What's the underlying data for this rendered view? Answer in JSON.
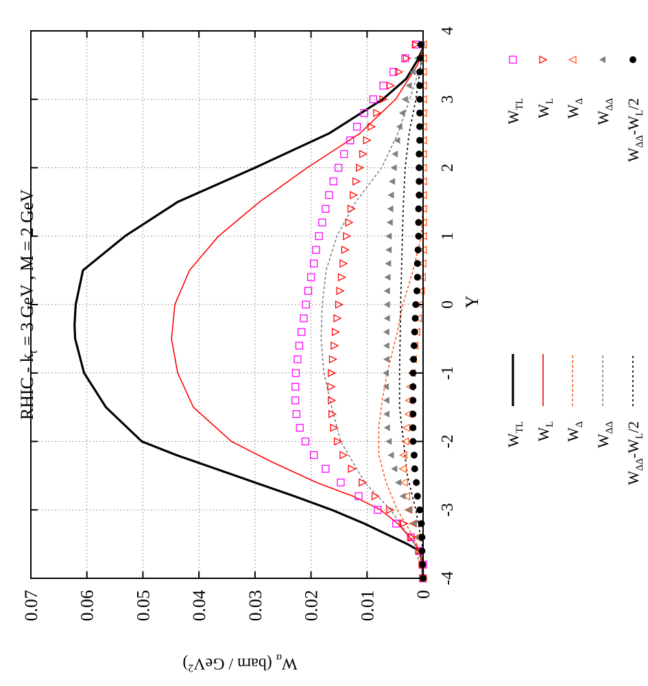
{
  "chart_data": {
    "type": "line",
    "orientation": "rotated 90 degrees counter-clockwise",
    "title_parts": [
      {
        "text": "RHIC  -  k"
      },
      {
        "text": "t",
        "sub": true
      },
      {
        "text": " = 3 GeV , M = 2 GeV"
      }
    ],
    "xlabel": "Y",
    "ylabel_parts": [
      {
        "text": "W"
      },
      {
        "text": "α",
        "sub": true
      },
      {
        "text": "  (barn / GeV"
      },
      {
        "text": "2",
        "sup": true
      },
      {
        "text": ")"
      }
    ],
    "xlim": [
      -4,
      4
    ],
    "ylim": [
      0,
      0.07
    ],
    "xticks": [
      "-4",
      "-3",
      "-2",
      "-1",
      "0",
      "1",
      "2",
      "3",
      "4"
    ],
    "yticks": [
      "0",
      "0.01",
      "0.02",
      "0.03",
      "0.04",
      "0.05",
      "0.06",
      "0.07"
    ],
    "grid": true,
    "legend_placement": "outside-bottom",
    "point_x": [
      -4,
      -3.8,
      -3.6,
      -3.4,
      -3.2,
      -3,
      -2.8,
      -2.6,
      -2.4,
      -2.2,
      -2,
      -1.8,
      -1.6,
      -1.4,
      -1.2,
      -1,
      -0.8,
      -0.6,
      -0.4,
      -0.2,
      0,
      0.2,
      0.4,
      0.6,
      0.8,
      1,
      1.2,
      1.4,
      1.6,
      1.8,
      2,
      2.2,
      2.4,
      2.6,
      2.8,
      3,
      3.2,
      3.4,
      3.6,
      3.8
    ],
    "line_series": [
      {
        "name_parts": [
          {
            "text": "W"
          },
          {
            "text": "TL",
            "sub": true
          }
        ],
        "color": "#000000",
        "style": "solid-thick",
        "x": [
          -4,
          -3.8,
          -3.6,
          -3.5,
          -3.4,
          -3.2,
          -3,
          -2.8,
          -2.6,
          -2.4,
          -2.2,
          -2,
          -1.5,
          -1,
          -0.5,
          -0.3,
          0,
          0.5,
          1,
          1.5,
          2,
          2.5,
          3,
          3.3,
          3.6,
          3.75
        ],
        "y": [
          0,
          0.0001,
          0.0006,
          0.0028,
          0.0054,
          0.0105,
          0.0163,
          0.023,
          0.03,
          0.037,
          0.044,
          0.0502,
          0.0566,
          0.0605,
          0.0621,
          0.0622,
          0.062,
          0.0607,
          0.0532,
          0.0438,
          0.03,
          0.0168,
          0.0072,
          0.003,
          0.0008,
          0
        ]
      },
      {
        "name_parts": [
          {
            "text": "W"
          },
          {
            "text": "L",
            "sub": true
          }
        ],
        "color": "#ff0000",
        "style": "solid",
        "x": [
          -4,
          -3.8,
          -3.6,
          -3.45,
          -3.2,
          -3,
          -2.8,
          -2.6,
          -2.3,
          -2,
          -1.5,
          -1,
          -0.5,
          0,
          0.5,
          1,
          1.5,
          2,
          2.5,
          3,
          3.5,
          3.75
        ],
        "y": [
          0,
          0.0001,
          0.0005,
          0.0019,
          0.0045,
          0.0076,
          0.0125,
          0.019,
          0.027,
          0.0342,
          0.041,
          0.0438,
          0.0449,
          0.0443,
          0.0417,
          0.0365,
          0.0292,
          0.0207,
          0.0113,
          0.0049,
          0.001,
          0
        ]
      },
      {
        "name_parts": [
          {
            "text": "W"
          },
          {
            "text": "Δ",
            "sub": true
          }
        ],
        "color": "#ff5a1e",
        "style": "dashed",
        "x": [
          -4,
          -3.6,
          -3.3,
          -3,
          -2.6,
          -2.2,
          -1.8,
          -1.4,
          -1,
          -0.4,
          0,
          0.5,
          1,
          1.5,
          2,
          3,
          4
        ],
        "y": [
          0,
          0.0005,
          0.0024,
          0.0046,
          0.0066,
          0.0079,
          0.0079,
          0.0073,
          0.0064,
          0.0046,
          0.0036,
          0.0018,
          0.0003,
          0,
          0,
          0,
          0
        ]
      },
      {
        "name_parts": [
          {
            "text": "W"
          },
          {
            "text": "ΔΔ",
            "sub": true
          }
        ],
        "color": "#808080",
        "style": "dashed",
        "x": [
          -4,
          -3.5,
          -3,
          -2.6,
          -2,
          -1.5,
          -1,
          -0.5,
          0,
          0.5,
          1,
          1.5,
          2,
          2.5,
          3,
          3.5,
          3.8
        ],
        "y": [
          0,
          0.0015,
          0.0058,
          0.0104,
          0.0147,
          0.0163,
          0.0177,
          0.0182,
          0.018,
          0.0173,
          0.0154,
          0.012,
          0.0074,
          0.0045,
          0.0024,
          0.0004,
          0
        ]
      },
      {
        "name_parts": [
          {
            "text": "W"
          },
          {
            "text": "ΔΔ",
            "sub": true
          },
          {
            "text": "-W"
          },
          {
            "text": "L",
            "sub": true
          },
          {
            "text": "/2"
          }
        ],
        "color": "#000000",
        "style": "dotted",
        "x": [
          -3.6,
          -3.4,
          -3,
          -2.5,
          -2,
          -1.5,
          -1,
          0,
          1,
          1.5,
          2,
          2.5,
          3,
          3.5,
          3.7
        ],
        "y": [
          0,
          0.0004,
          0.0013,
          0.0028,
          0.0035,
          0.0042,
          0.0042,
          0.004,
          0.0037,
          0.0035,
          0.0032,
          0.0025,
          0.0013,
          0.0004,
          0
        ]
      }
    ],
    "point_series": [
      {
        "name_parts": [
          {
            "text": "W"
          },
          {
            "text": "TL",
            "sub": true
          }
        ],
        "color": "#ff00ff",
        "marker": "open-square",
        "y": [
          0,
          0,
          0.0007,
          0.0022,
          0.0048,
          0.0081,
          0.0115,
          0.0147,
          0.0174,
          0.0195,
          0.021,
          0.022,
          0.0226,
          0.0228,
          0.0228,
          0.0227,
          0.0224,
          0.0221,
          0.0217,
          0.0213,
          0.0209,
          0.0205,
          0.02,
          0.0195,
          0.0191,
          0.0186,
          0.018,
          0.0174,
          0.0168,
          0.016,
          0.0151,
          0.0141,
          0.013,
          0.0118,
          0.0105,
          0.0089,
          0.0071,
          0.0053,
          0.0032,
          0.0012
        ]
      },
      {
        "name_parts": [
          {
            "text": "W"
          },
          {
            "text": "L",
            "sub": true
          }
        ],
        "color": "#ff0000",
        "marker": "open-triangle-down",
        "y": [
          0,
          0.0001,
          0.0007,
          0.002,
          0.0034,
          0.0059,
          0.0085,
          0.0108,
          0.0127,
          0.0142,
          0.0152,
          0.0159,
          0.0162,
          0.0163,
          0.0164,
          0.0163,
          0.0161,
          0.0158,
          0.0156,
          0.0153,
          0.015,
          0.0148,
          0.0145,
          0.0142,
          0.0139,
          0.0136,
          0.0132,
          0.0128,
          0.0124,
          0.0119,
          0.0113,
          0.0107,
          0.01,
          0.0092,
          0.0082,
          0.0071,
          0.0058,
          0.0043,
          0.0029,
          0.0013
        ]
      },
      {
        "name_parts": [
          {
            "text": "W"
          },
          {
            "text": "Δ",
            "sub": true
          }
        ],
        "color": "#ff5a1e",
        "marker": "open-triangle-up",
        "y": [
          0,
          0.0002,
          0.0007,
          0.0011,
          0.0018,
          0.0026,
          0.003,
          0.0034,
          0.0036,
          0.0035,
          0.0032,
          0.003,
          0.0026,
          0.0025,
          0.0023,
          0.002,
          0.0018,
          0.0015,
          0.0012,
          0.0009,
          0.0006,
          0.0004,
          0.0002,
          0.0001,
          0,
          0,
          0,
          0,
          0,
          0,
          0,
          0,
          0,
          0,
          0,
          0,
          0,
          0,
          0,
          0
        ]
      },
      {
        "name_parts": [
          {
            "text": "W"
          },
          {
            "text": "ΔΔ",
            "sub": true
          }
        ],
        "color": "#808080",
        "marker": "filled-triangle-up",
        "y": [
          0,
          0.0002,
          0.0004,
          0.0009,
          0.0016,
          0.0025,
          0.0036,
          0.0044,
          0.0051,
          0.0057,
          0.0061,
          0.0064,
          0.0065,
          0.0065,
          0.0066,
          0.0066,
          0.0065,
          0.0065,
          0.0065,
          0.0064,
          0.0064,
          0.0064,
          0.0063,
          0.0062,
          0.0061,
          0.0061,
          0.0059,
          0.0058,
          0.0057,
          0.0055,
          0.0052,
          0.005,
          0.0046,
          0.0042,
          0.0037,
          0.0032,
          0.0025,
          0.0018,
          0.001,
          0.0002
        ]
      },
      {
        "name_parts": [
          {
            "text": "W"
          },
          {
            "text": "ΔΔ",
            "sub": true
          },
          {
            "text": "-W"
          },
          {
            "text": "L",
            "sub": true
          },
          {
            "text": "/2"
          }
        ],
        "color": "#000000",
        "marker": "filled-circle",
        "y": [
          0,
          0.0001,
          0.0002,
          0.0002,
          0.0003,
          0.0006,
          0.001,
          0.0012,
          0.0015,
          0.0016,
          0.0018,
          0.0018,
          0.0018,
          0.0018,
          0.0018,
          0.0018,
          0.0017,
          0.0016,
          0.0015,
          0.0014,
          0.0013,
          0.0011,
          0.001,
          0.001,
          0.0009,
          0.0008,
          0.0008,
          0.0008,
          0.0007,
          0.0007,
          0.0007,
          0.0007,
          0.0006,
          0.0006,
          0.0006,
          0.0006,
          0.0006,
          0.0006,
          0.0005,
          0.0004
        ]
      }
    ]
  }
}
